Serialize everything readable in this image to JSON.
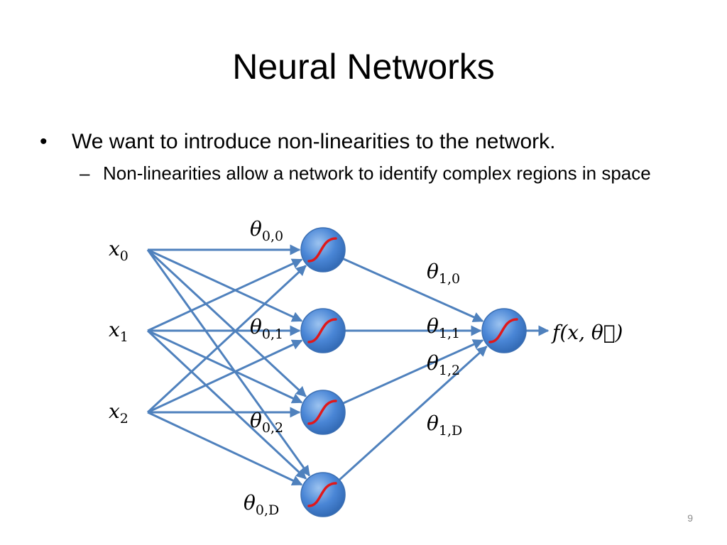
{
  "slide": {
    "title": "Neural Networks",
    "bullet": "We want to introduce non-linearities to the network.",
    "sub_bullet": "Non-linearities allow a network to identify complex regions in space",
    "bullet_mark": "•",
    "sub_bullet_mark": "–",
    "page_number": "9"
  },
  "diagram": {
    "colors": {
      "edge": "#4f81bd",
      "node_fill": "#4a86d6",
      "node_edge": "#3b6fb3",
      "activation": "#e0181a"
    },
    "inputs": [
      {
        "base": "x",
        "sub": "0"
      },
      {
        "base": "x",
        "sub": "1"
      },
      {
        "base": "x",
        "sub": "2"
      }
    ],
    "hidden_nodes": 4,
    "output": {
      "text": "f(x, θ⃗)"
    },
    "weights_layer0": [
      {
        "base": "θ",
        "sub": "0,0"
      },
      {
        "base": "θ",
        "sub": "0,1"
      },
      {
        "base": "θ",
        "sub": "0,2"
      },
      {
        "base": "θ",
        "sub": "0,D"
      }
    ],
    "weights_layer1": [
      {
        "base": "θ",
        "sub": "1,0"
      },
      {
        "base": "θ",
        "sub": "1,1"
      },
      {
        "base": "θ",
        "sub": "1,2"
      },
      {
        "base": "θ",
        "sub": "1,D"
      }
    ],
    "node_icon": "sigmoid-activation-icon"
  }
}
